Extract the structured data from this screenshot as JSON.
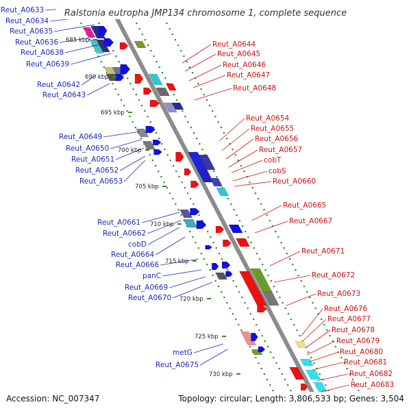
{
  "title": "Ralstonia eutropha JMP134 chromosome 1, complete sequence",
  "footer": {
    "accession": "Accession: NC_007347",
    "summary": "Topology: circular; Length: 3,806,533 bp; Genes: 3,504"
  },
  "ticks": [
    "685 kbp",
    "690 kbp",
    "695 kbp",
    "700 kbp",
    "705 kbp",
    "710 kbp",
    "715 kbp",
    "720 kbp",
    "725 kbp",
    "730 kbp"
  ],
  "left_labels": [
    "Reut_A0633",
    "Reut_A0634",
    "Reut_A0635",
    "Reut_A0636",
    "Reut_A0638",
    "Reut_A0639",
    "Reut_A0642",
    "Reut_A0643",
    "Reut_A0649",
    "Reut_A0650",
    "Reut_A0651",
    "Reut_A0652",
    "Reut_A0653",
    "Reut_A0661",
    "Reut_A0662",
    "cobD",
    "Reut_A0664",
    "Reut_A0666",
    "panC",
    "Reut_A0669",
    "Reut_A0670",
    "metG",
    "Reut_A0675"
  ],
  "right_labels": [
    "Reut_A0644",
    "Reut_A0645",
    "Reut_A0646",
    "Reut_A0647",
    "Reut_A0648",
    "Reut_A0654",
    "Reut_A0655",
    "Reut_A0656",
    "Reut_A0657",
    "cobT",
    "cobS",
    "Reut_A0660",
    "Reut_A0665",
    "Reut_A0667",
    "Reut_A0671",
    "Reut_A0672",
    "Reut_A0673",
    "Reut_A0676",
    "Reut_A0677",
    "Reut_A0678",
    "Reut_A0679",
    "Reut_A0680",
    "Reut_A0681",
    "Reut_A0682",
    "Reut_A0683"
  ],
  "colors": {
    "backbone": "#8c8c8c",
    "forward_strand": "#1010e0",
    "reverse_strand": "#ee1111",
    "tick_dots": "#2a8a2a",
    "left_label": "#1a2bb8",
    "right_label": "#cc1111"
  }
}
